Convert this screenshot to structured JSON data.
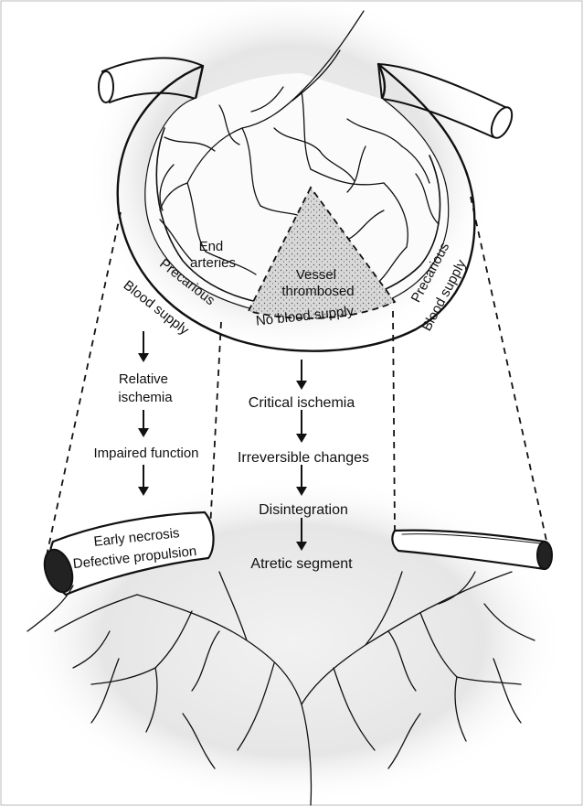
{
  "labels": {
    "end_arteries": [
      "End",
      "arteries"
    ],
    "vessel_thrombosed": [
      "Vessel",
      "thrombosed"
    ],
    "no_blood_supply": "No blood supply",
    "left_precarious": "Precarious",
    "left_blood_supply": "Blood supply",
    "right_precarious": "Precarious",
    "right_blood_supply": "Blood supply",
    "left_segment": [
      "Early necrosis",
      "Defective propulsion"
    ]
  },
  "left_flow": [
    "Relative",
    "ischemia",
    "Impaired function"
  ],
  "center_flow": [
    "Critical ischemia",
    "Irreversible changes",
    "Disintegration",
    "Atretic segment"
  ],
  "colors": {
    "ink": "#111111",
    "background": "#ffffff",
    "shadow": "#e4e4e4",
    "thrombus": "#cfcfcf"
  }
}
